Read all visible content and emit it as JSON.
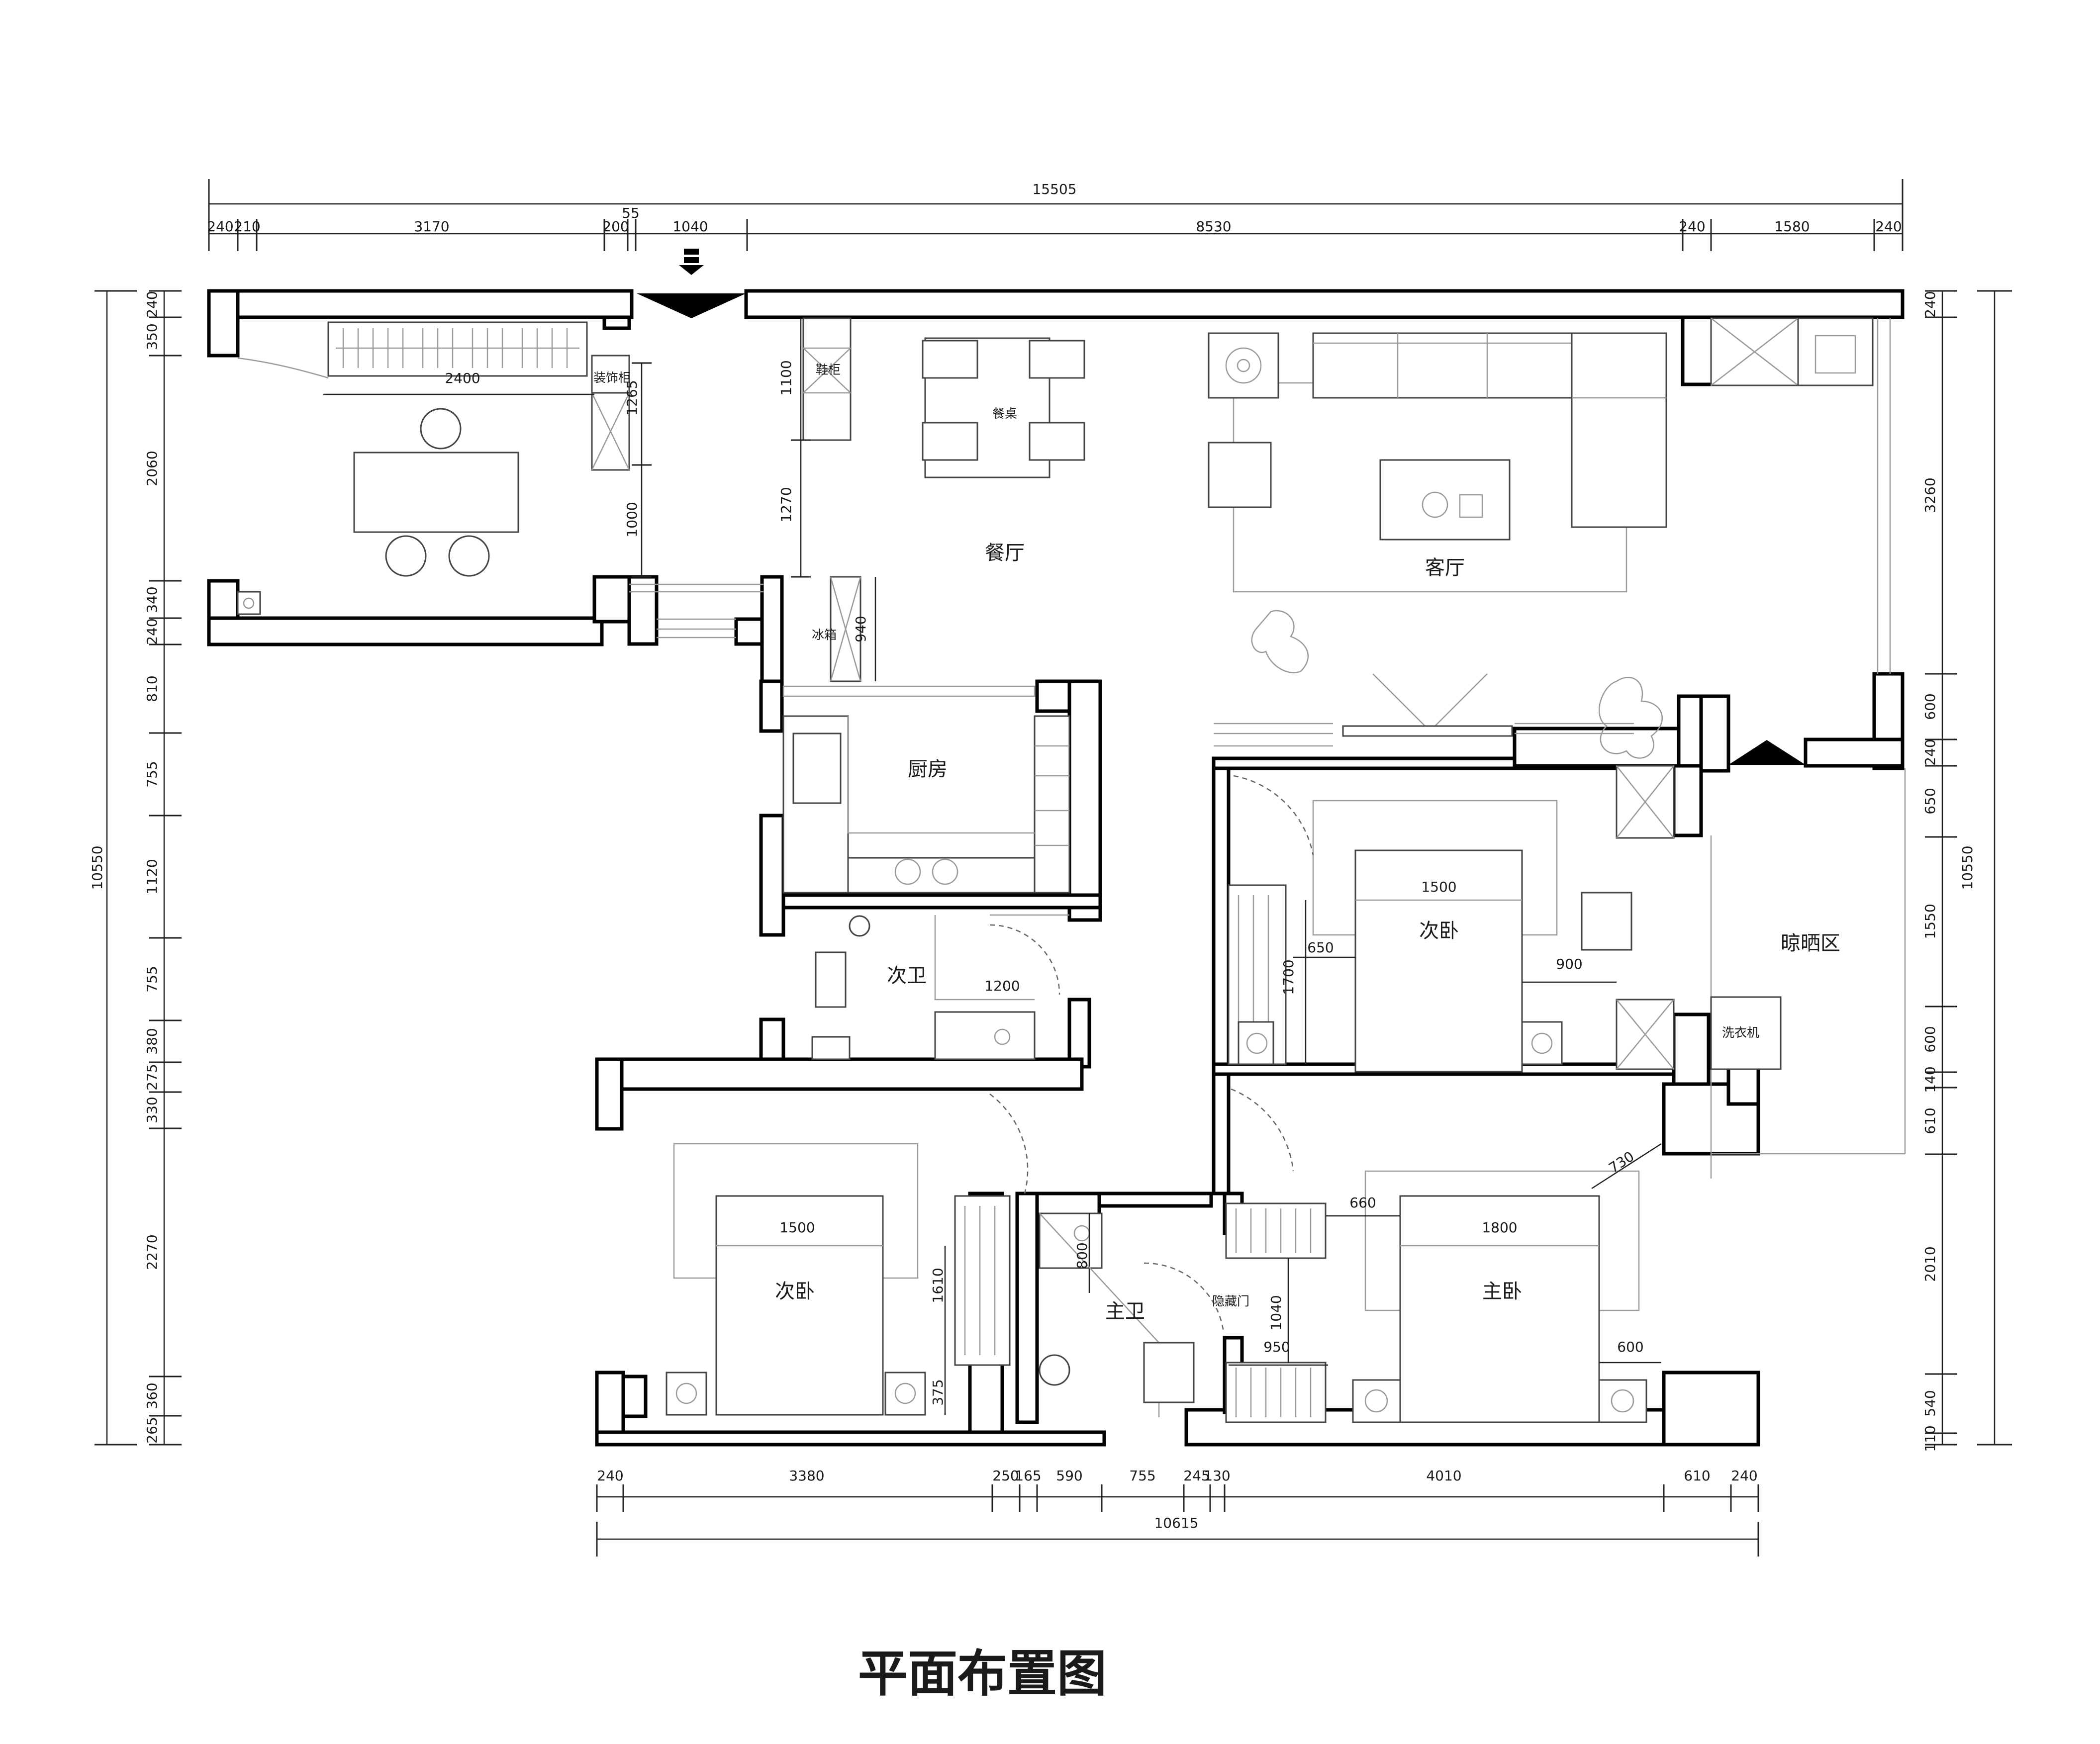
{
  "title": "平面布置图",
  "total_width": "15505",
  "bottom_total": "10615",
  "left_total": "10550",
  "right_total": "10550",
  "top_dims": [
    "240",
    "210",
    "3170",
    "200",
    "55",
    "1040",
    "8530",
    "240",
    "1580",
    "240"
  ],
  "bottom_dims": [
    "240",
    "3380",
    "250",
    "165",
    "590",
    "755",
    "245",
    "130",
    "4010",
    "610",
    "240"
  ],
  "left_dims": [
    "240",
    "350",
    "2060",
    "340",
    "240",
    "810",
    "755",
    "1120",
    "755",
    "380",
    "275",
    "330",
    "2270",
    "360",
    "265"
  ],
  "right_dims": [
    "240",
    "3260",
    "600",
    "240",
    "650",
    "1550",
    "600",
    "140",
    "610",
    "2010",
    "540",
    "110"
  ],
  "rooms": {
    "dining": "餐厅",
    "living": "客厅",
    "kitchen": "厨房",
    "bath2": "次卫",
    "bedroom_ne": "次卧",
    "bedroom_sw": "次卧",
    "master_bath": "主卫",
    "master_bed": "主卧",
    "drying": "晾晒区"
  },
  "labels": {
    "deco_cabinet": "装饰柜",
    "shoe_cabinet": "鞋柜",
    "dining_table": "餐桌",
    "fridge": "冰箱",
    "washer": "洗衣机",
    "hidden_door": "隐藏门"
  },
  "interior_dims": {
    "study_desk": "2400",
    "study_v1": "1265",
    "study_v2": "1000",
    "dining_v1": "1100",
    "dining_v2": "1270",
    "fridge_v": "940",
    "bath2_w": "1200",
    "ne_bed_w": "1500",
    "ne_left": "650",
    "ne_right": "900",
    "ne_v": "1700",
    "sw_bed_w": "1500",
    "sw_v": "1610",
    "sw_375": "375",
    "mbath_v": "800",
    "mb_660": "660",
    "mb_bed_w": "1800",
    "mb_730": "730",
    "mb_1040": "1040",
    "mb_950": "950",
    "mb_600": "600"
  }
}
